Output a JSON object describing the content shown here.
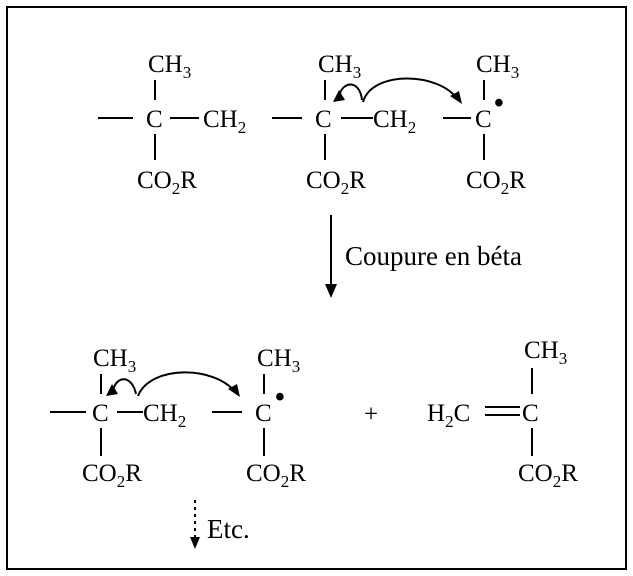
{
  "atoms": {
    "c": "C",
    "ch3": "CH",
    "ch3_sub": "3",
    "ch2": "CH",
    "ch2_sub": "2",
    "co2r_a": "CO",
    "co2r_sub": "2",
    "co2r_b": "R",
    "h2c_a": "H",
    "h2c_sub": "2",
    "h2c_b": "C",
    "radical_dot": "•",
    "plus": "+"
  },
  "step_label": "Coupure en béta",
  "continuation_label": "Etc."
}
